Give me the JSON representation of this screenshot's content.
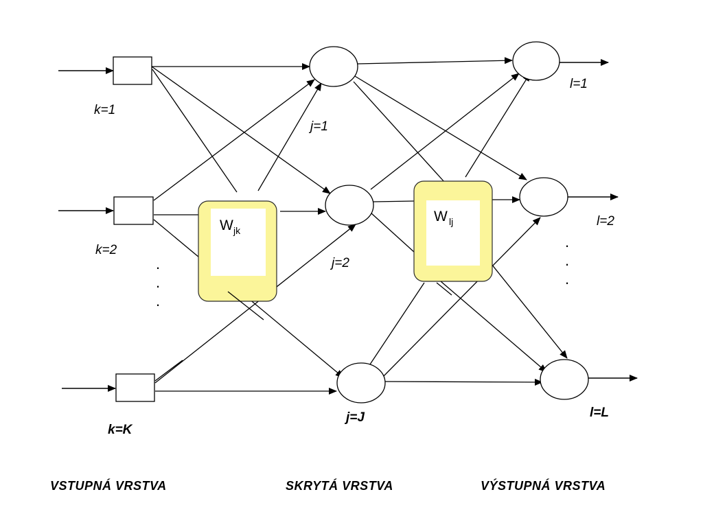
{
  "diagram": {
    "input_nodes": [
      {
        "id": "k1",
        "label": "k=1",
        "bold": false
      },
      {
        "id": "k2",
        "label": "k=2",
        "bold": false
      },
      {
        "id": "kK",
        "label": "k=K",
        "bold": true
      }
    ],
    "hidden_nodes": [
      {
        "id": "j1",
        "label": "j=1",
        "bold": false
      },
      {
        "id": "j2",
        "label": "j=2",
        "bold": false
      },
      {
        "id": "jJ",
        "label": "j=J",
        "bold": true
      }
    ],
    "output_nodes": [
      {
        "id": "l1",
        "label": "l=1",
        "bold": false
      },
      {
        "id": "l2",
        "label": "l=2",
        "bold": false
      },
      {
        "id": "lL",
        "label": "l=L",
        "bold": true
      }
    ],
    "weights": [
      {
        "id": "wjk",
        "symbol": "W",
        "subscript": "jk"
      },
      {
        "id": "wlj",
        "symbol": "W",
        "subscript": "lj"
      }
    ],
    "ellipsis": ".",
    "layer_titles": {
      "input": "VSTUPNÁ VRSTVA",
      "hidden": "SKRYTÁ VRSTVA",
      "output": "VÝSTUPNÁ VRSTVA"
    },
    "colors": {
      "weight_fill": "#fbf59a",
      "weight_stroke": "#2b2b2b",
      "line": "#000000"
    }
  }
}
